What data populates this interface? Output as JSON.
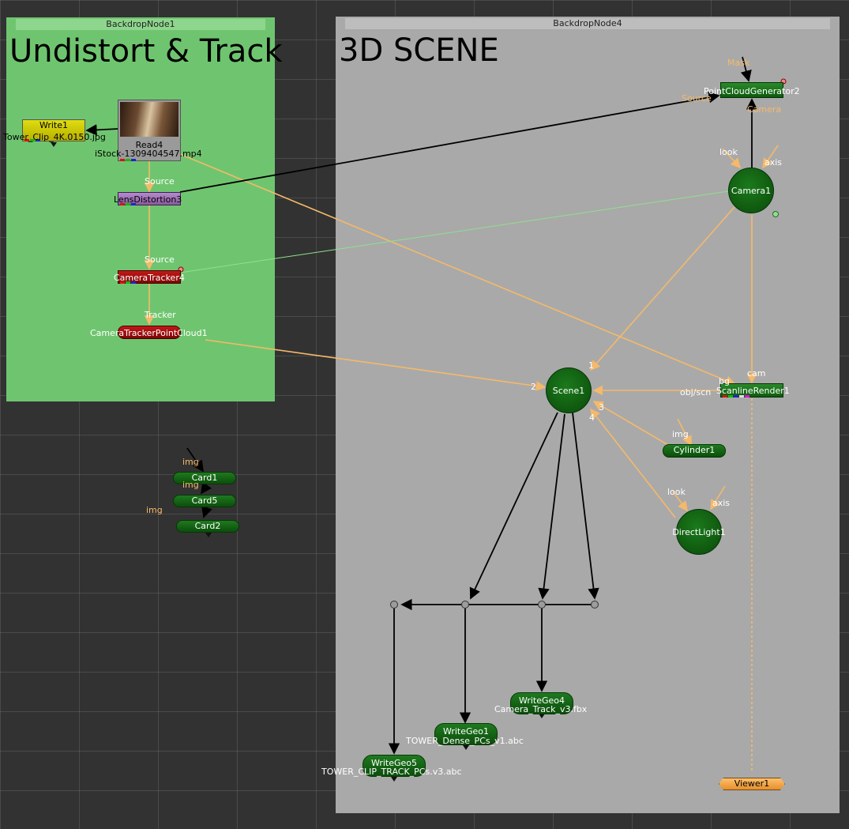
{
  "backdrops": {
    "left": {
      "title": "BackdropNode1",
      "heading": "Undistort & Track",
      "color": "#6fc56f"
    },
    "right": {
      "title": "BackdropNode4",
      "heading": "3D SCENE",
      "color": "#a9a9a9"
    }
  },
  "nodes": {
    "write1": {
      "name": "Write1",
      "file": "Tower_Clip_4K.0150.jpg",
      "color": "#c8c400"
    },
    "read4": {
      "name": "Read4",
      "file": "iStock-1309404547.mp4"
    },
    "lensdistortion": {
      "name": "LensDistortion3",
      "color": "#9b72b0"
    },
    "cameratracker": {
      "name": "CameraTracker4",
      "color": "#a01010"
    },
    "pointcloud1": {
      "name": "CameraTrackerPointCloud1",
      "color": "#a01010"
    },
    "pointcloudgen": {
      "name": "PointCloudGenerator2"
    },
    "camera1": {
      "name": "Camera1"
    },
    "scene1": {
      "name": "Scene1"
    },
    "scanline": {
      "name": "ScanlineRender1"
    },
    "cylinder1": {
      "name": "Cylinder1"
    },
    "directlight1": {
      "name": "DirectLight1"
    },
    "card1": {
      "name": "Card1"
    },
    "card5": {
      "name": "Card5"
    },
    "card2": {
      "name": "Card2"
    },
    "writegeo4": {
      "name": "WriteGeo4",
      "file": "Camera_Track_v3.fbx"
    },
    "writegeo1": {
      "name": "WriteGeo1",
      "file": "TOWER_Dense_PCs_v1.abc"
    },
    "writegeo5": {
      "name": "WriteGeo5",
      "file": "TOWER_CLIP_TRACK_PCs.v3.abc"
    },
    "viewer1": {
      "name": "Viewer1",
      "color": "#f2a54a"
    }
  },
  "inputs": {
    "source_lens": "Source",
    "source_tracker": "Source",
    "tracker": "Tracker",
    "mask": "Mask",
    "source_pcg": "Source",
    "camera_pcg": "Camera",
    "look_cam": "look",
    "axis_cam": "axis",
    "bg": "bg",
    "cam": "cam",
    "obj_scn": "obj/scn",
    "img_cyl": "img",
    "look_light": "look",
    "axis_light": "axis",
    "img_card1": "img",
    "img_card5": "img",
    "img_card2": "img",
    "scene_in1": "1",
    "scene_in2": "2",
    "scene_in3": "3",
    "scene_in4": "4"
  }
}
